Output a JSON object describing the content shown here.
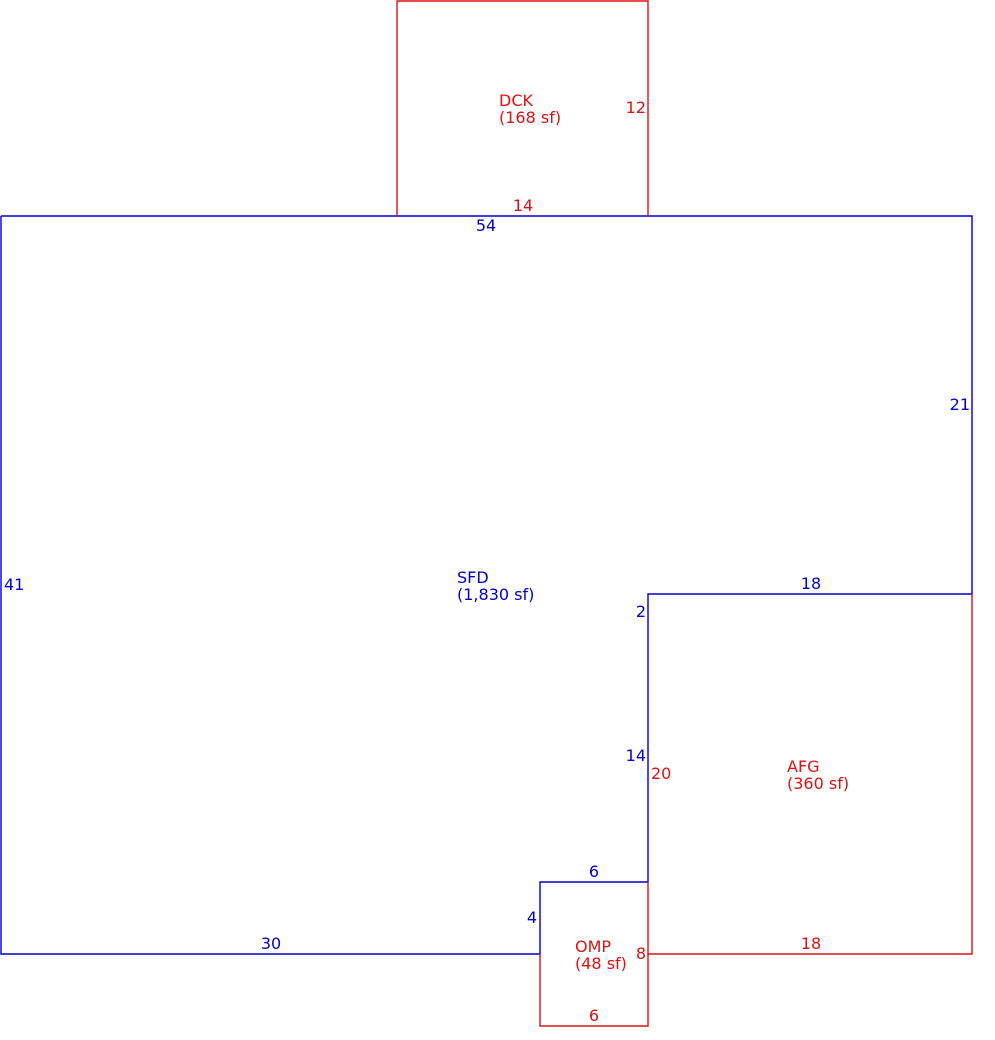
{
  "colors": {
    "main": "#0000cc",
    "addition": "#dd1111",
    "background": "#ffffff"
  },
  "areas": [
    {
      "key": "SFD",
      "name": "SFD",
      "area_label": "(1,830 sf)",
      "color": "#0000cc"
    },
    {
      "key": "DCK",
      "name": "DCK",
      "area_label": "(168 sf)",
      "color": "#dd1111"
    },
    {
      "key": "AFG",
      "name": "AFG",
      "area_label": "(360 sf)",
      "color": "#dd1111"
    },
    {
      "key": "OMP",
      "name": "OMP",
      "area_label": "(48 sf)",
      "color": "#dd1111"
    }
  ],
  "dimensions": {
    "sfd": [
      "54",
      "21",
      "18",
      "2",
      "14",
      "6",
      "4",
      "30",
      "41"
    ],
    "dck": [
      "12",
      "14"
    ],
    "afg": [
      "20",
      "18"
    ],
    "omp": [
      "8",
      "6"
    ]
  }
}
